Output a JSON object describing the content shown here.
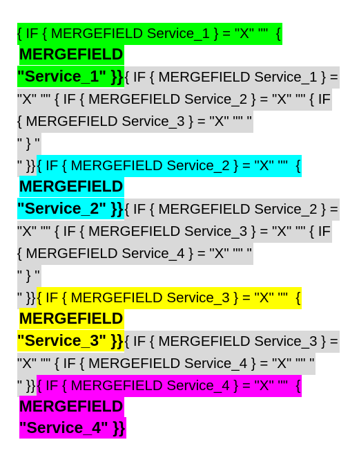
{
  "document": {
    "colors": {
      "service_1": "#00ff00",
      "service_2": "#00ffff",
      "service_3": "#ffff00",
      "service_4": "#ff00ff",
      "field_shading": "#d9d9d9"
    },
    "lines": [
      "{ IF { MERGEFIELD Service_1 } = \"X\" \"\"  {",
      "MERGEFIELD",
      "\"Service_1\" }}",
      "{ IF { MERGEFIELD Service_1 } =",
      "\"X\" \"\" { IF { MERGEFIELD Service_2 } = \"X\" \"\" { IF",
      "{ MERGEFIELD Service_3 } = \"X\" \"\" \"",
      "\" } \"",
      "\" }}",
      "{ IF { MERGEFIELD Service_2 } = \"X\" \"\"  {",
      "MERGEFIELD",
      "\"Service_2\" }}",
      "{ IF { MERGEFIELD Service_2 } =",
      "\"X\" \"\" { IF { MERGEFIELD Service_3 } = \"X\" \"\" { IF",
      "{ MERGEFIELD Service_4 } = \"X\" \"\" \"",
      "\" } \"",
      "\" }}",
      "{ IF { MERGEFIELD Service_3 } = \"X\" \"\"  {",
      "MERGEFIELD",
      "\"Service_3\" }}",
      "{ IF { MERGEFIELD Service_3 } =",
      "\"X\" \"\" { IF { MERGEFIELD Service_4 } = \"X\" \"\" \"",
      "\" }}",
      "{ IF { MERGEFIELD Service_4 } = \"X\" \"\"  {",
      "MERGEFIELD",
      "\"Service_4\" }}"
    ]
  }
}
